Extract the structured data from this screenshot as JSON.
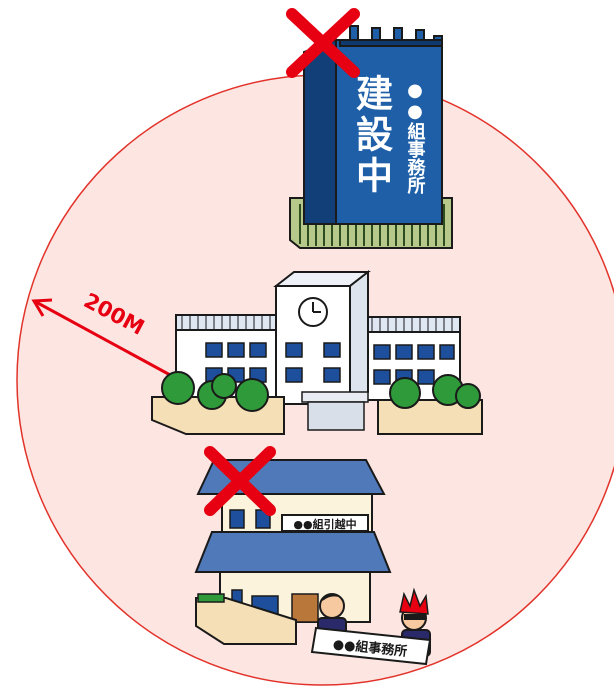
{
  "colors": {
    "zone_fill": "#fde6e1",
    "zone_stroke": "#e2332b",
    "tower_blue": "#1e5fa8",
    "prohibit_red": "#e60012",
    "school_wall": "#ffffff",
    "school_window": "#1d4f9c",
    "tree_green": "#2f9a3a",
    "planter": "#f5dfb6",
    "house_roof": "#4f79b8",
    "house_wall": "#fbf3dc",
    "door": "#b9773a"
  },
  "radius": {
    "label": "200M"
  },
  "tower": {
    "big_text": "建設中",
    "side_text": "●●組事務所",
    "crossed": true
  },
  "school": {
    "clock": "clock-icon"
  },
  "house": {
    "sign": "●●組引越中",
    "crossed": true
  },
  "banner": {
    "text": "●●組事務所"
  }
}
